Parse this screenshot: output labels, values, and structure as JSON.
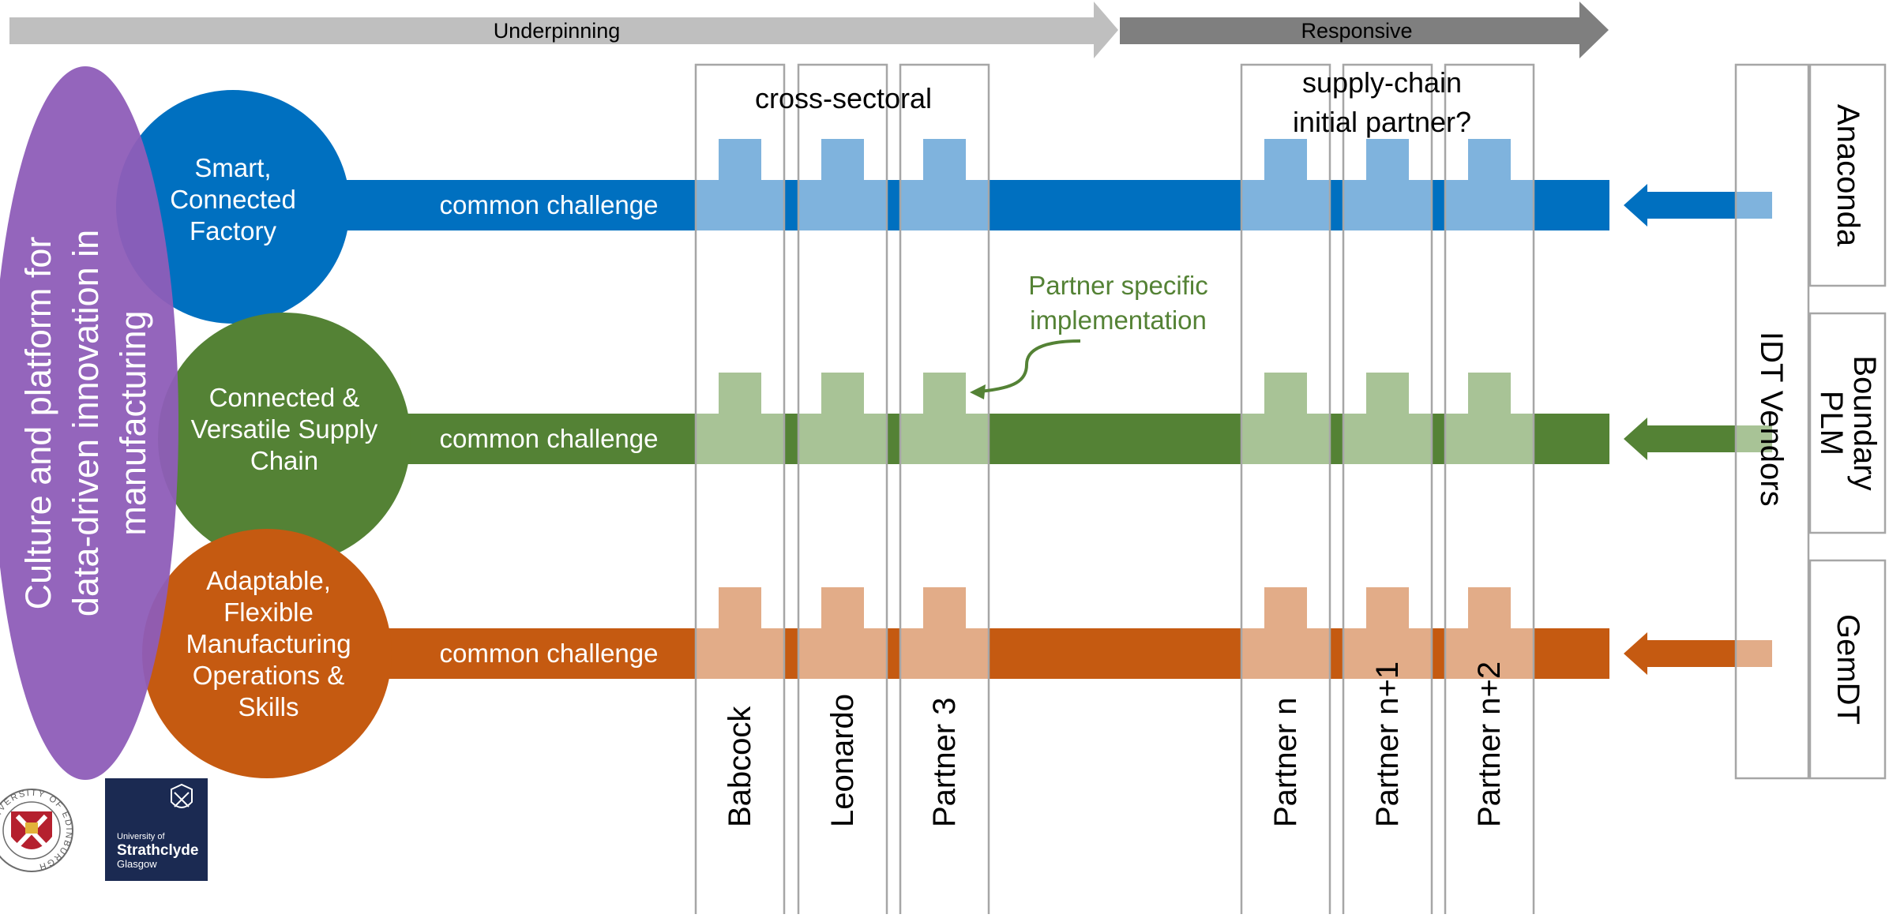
{
  "arrows": {
    "underpinning": "Underpinning",
    "responsive": "Responsive"
  },
  "culture_text": [
    "Culture and platform for",
    "data-driven innovation in",
    "manufacturing"
  ],
  "themes": [
    {
      "id": "factory",
      "lines": [
        "Smart,",
        "Connected",
        "Factory"
      ],
      "challenge": "common challenge",
      "color": "#0070C0",
      "light": "#7FB3DD"
    },
    {
      "id": "supply",
      "lines": [
        "Connected &",
        "Versatile Supply",
        "Chain"
      ],
      "challenge": "common challenge",
      "color": "#548235",
      "light": "#A8C396"
    },
    {
      "id": "operations",
      "lines": [
        "Adaptable,",
        "Flexible",
        "Manufacturing",
        "Operations &",
        "Skills"
      ],
      "challenge": "common challenge",
      "color": "#C55A11",
      "light": "#E2AC88"
    }
  ],
  "group_labels": {
    "cross_sectoral": "cross-sectoral",
    "supply_chain": [
      "supply-chain",
      "initial partner?"
    ]
  },
  "partners": [
    "Babcock",
    "Leonardo",
    "Partner 3",
    "Partner n",
    "Partner n+1",
    "Partner n+2"
  ],
  "annotation": [
    "Partner specific",
    "implementation"
  ],
  "idt_vendors": "IDT Vendors",
  "vendors": [
    [
      "Anaconda"
    ],
    [
      "Boundary",
      "PLM"
    ],
    [
      "GemDT"
    ]
  ],
  "logos": {
    "edinburgh_ring_text": "UNIVERSITY OF EDINBURGH",
    "strathclyde": [
      "University of",
      "Strathclyde",
      "Glasgow"
    ]
  },
  "colors": {
    "underpinning_arrow": "#BFBFBF",
    "responsive_arrow": "#7F7F7F",
    "culture_ellipse": "#8E5DB8",
    "column_border": "#A6A6A6",
    "annotation": "#548235",
    "strathclyde_bg": "#1B2A52",
    "edinburgh_red": "#B5202E"
  }
}
